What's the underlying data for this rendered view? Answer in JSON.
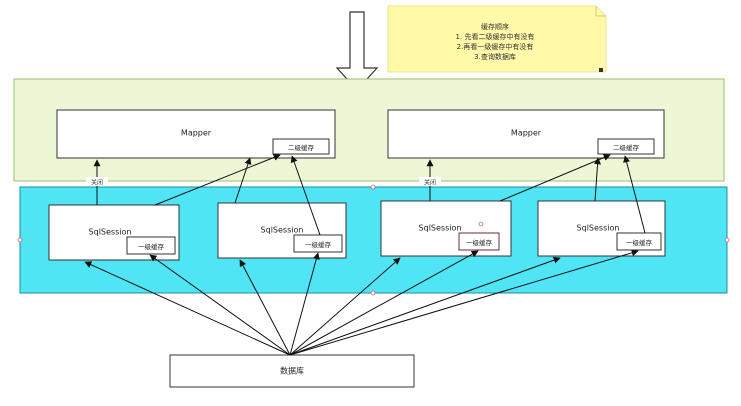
{
  "note": {
    "title": "缓存顺序",
    "lines": [
      "1. 先看二级缓存中有没有",
      "2.再看一级缓存中有没有",
      "3.查询数据库"
    ]
  },
  "mappers": [
    {
      "label": "Mapper",
      "cache_label": "二级缓存"
    },
    {
      "label": "Mapper",
      "cache_label": "二级缓存"
    }
  ],
  "sessions": [
    {
      "label": "SqlSession",
      "cache_label": "一级缓存"
    },
    {
      "label": "SqlSession",
      "cache_label": "一级缓存"
    },
    {
      "label": "SqlSession",
      "cache_label": "一级缓存"
    },
    {
      "label": "SqlSession",
      "cache_label": "一级缓存"
    }
  ],
  "close_labels": [
    "关闭",
    "关闭"
  ],
  "database": {
    "label": "数据库"
  },
  "colors": {
    "green_container": "#edf7d6",
    "blue_container": "#4fe5f5",
    "note": "#fff9a8"
  }
}
